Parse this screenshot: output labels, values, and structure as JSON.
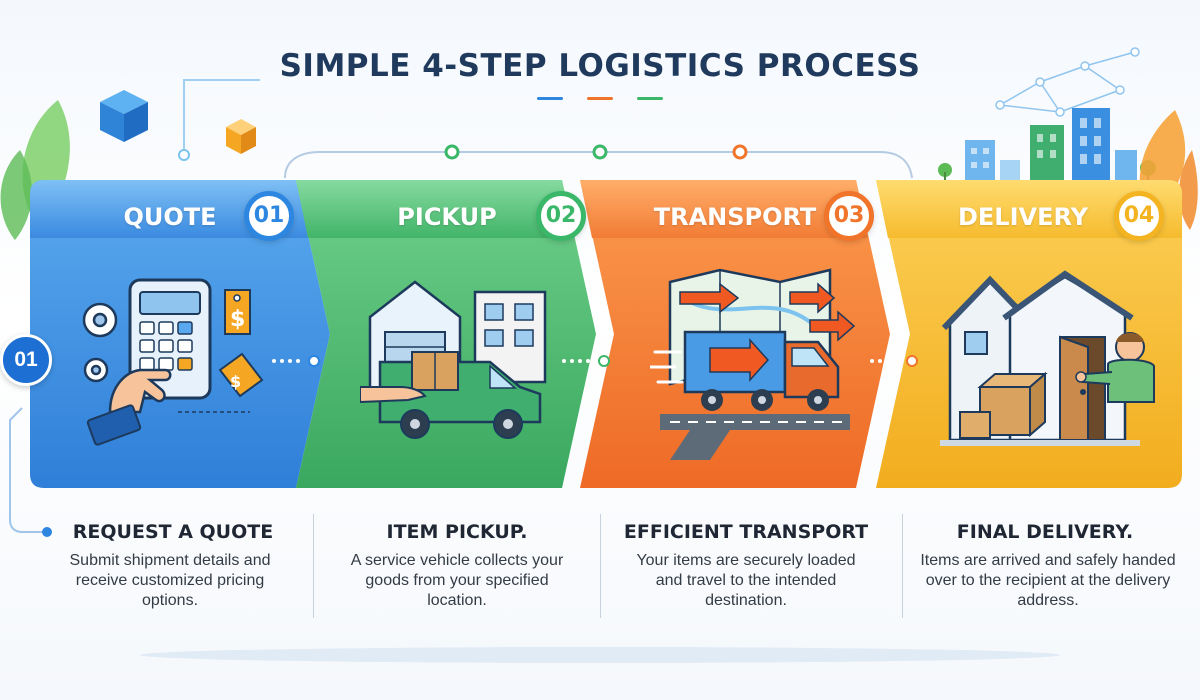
{
  "title": "SIMPLE 4-STEP LOGISTICS PROCESS",
  "colors": {
    "title": "#1f3a5c",
    "quote": "#2d86e0",
    "pickup": "#3bb76a",
    "transport": "#f0742a",
    "delivery": "#f4b421"
  },
  "side_badge": "01",
  "steps": [
    {
      "label": "QUOTE",
      "number": "01",
      "heading": "REQUEST A QUOTE",
      "description": "Submit shipment details and receive customized pricing options.",
      "icon": "calculator-price-tag-icon"
    },
    {
      "label": "PICKUP",
      "number": "02",
      "heading": "ITEM PICKUP.",
      "description": "A service vehicle collects your goods from your specified location.",
      "icon": "van-warehouse-icon"
    },
    {
      "label": "TRANSPORT",
      "number": "03",
      "heading": "EFFICIENT TRANSPORT",
      "description": "Your items are securely loaded and travel to the intended destination.",
      "icon": "truck-map-icon"
    },
    {
      "label": "DELIVERY",
      "number": "04",
      "heading": "FINAL DELIVERY.",
      "description": "Items are arrived and safely handed over to the recipient at the delivery address.",
      "icon": "house-courier-icon"
    }
  ]
}
